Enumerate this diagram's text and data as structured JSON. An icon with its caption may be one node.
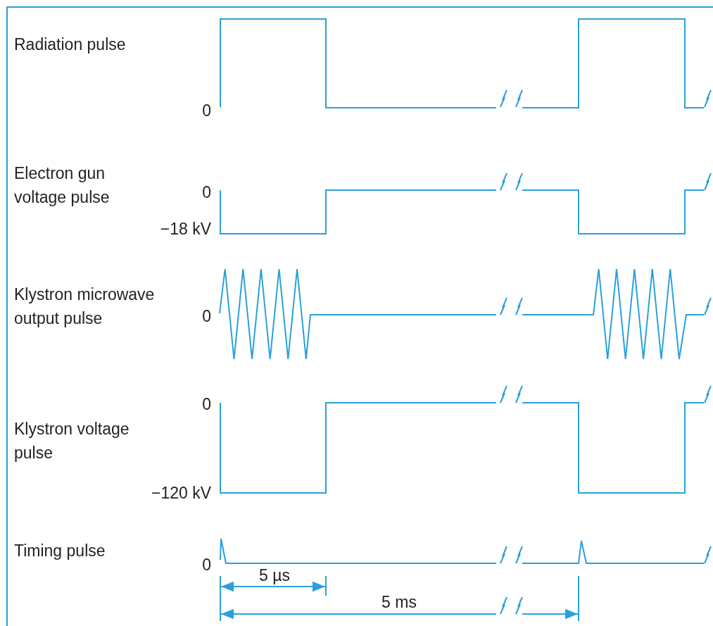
{
  "diagram": {
    "labels": [
      "Radiation pulse",
      "0",
      "Electron gun voltage pulse",
      "0",
      "−18 kV",
      "Klystron microwave output pulse",
      "0",
      "0",
      "Klystron voltage pulse",
      "−120 kV",
      "Timing pulse",
      "0",
      "5 µs",
      "5 ms"
    ]
  }
}
